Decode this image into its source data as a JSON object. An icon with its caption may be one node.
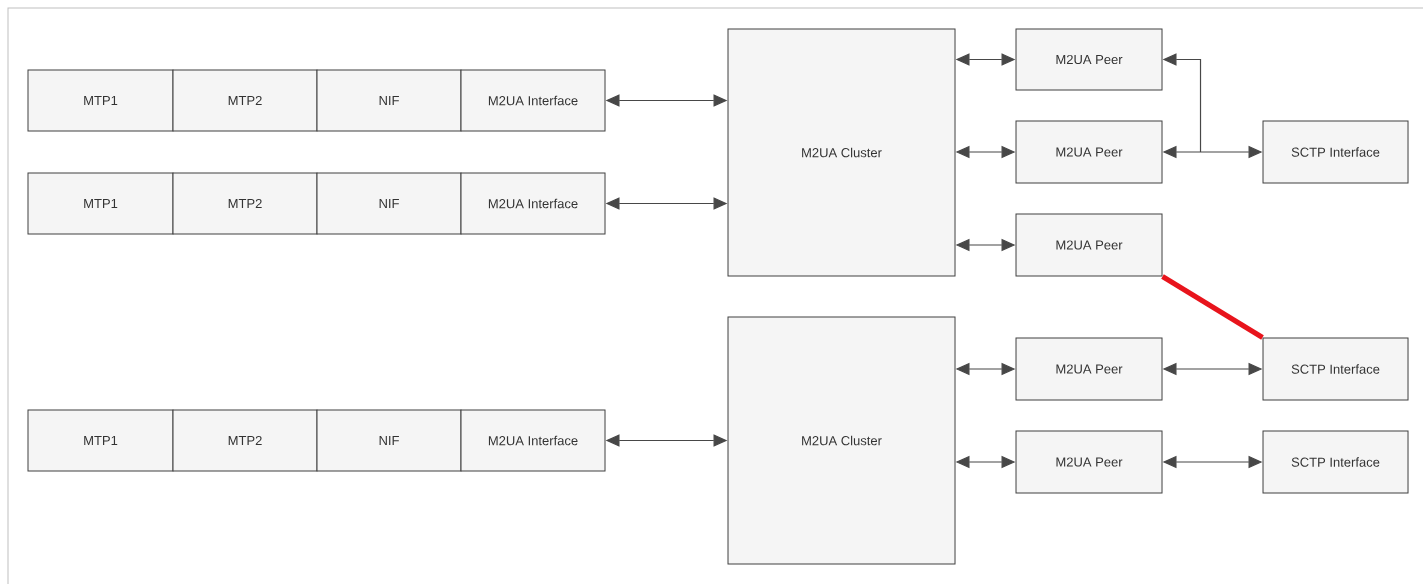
{
  "diagram": {
    "nodes": [
      {
        "text": [
          "MTP1"
        ]
      },
      {
        "text": [
          "MTP2"
        ]
      },
      {
        "text": [
          "NIF"
        ]
      },
      {
        "text": [
          "M2UA Interface"
        ]
      },
      {
        "text": [
          "MTP1"
        ]
      },
      {
        "text": [
          "MTP2"
        ]
      },
      {
        "text": [
          "NIF"
        ]
      },
      {
        "text": [
          "M2UA Interface"
        ]
      },
      {
        "text": [
          "MTP1"
        ]
      },
      {
        "text": [
          "MTP2"
        ]
      },
      {
        "text": [
          "NIF"
        ]
      },
      {
        "text": [
          "M2UA Interface"
        ]
      },
      {
        "text": [
          "M2UA Cluster"
        ]
      },
      {
        "text": [
          "M2UA Cluster"
        ]
      },
      {
        "text": [
          "M2UA Peer"
        ]
      },
      {
        "text": [
          "M2UA Peer"
        ]
      },
      {
        "text": [
          "M2UA Peer"
        ]
      },
      {
        "text": [
          "M2UA Peer"
        ]
      },
      {
        "text": [
          "M2UA Peer"
        ]
      },
      {
        "text": [
          "SCTP Interface"
        ]
      },
      {
        "text": [
          "SCTP Interface"
        ]
      },
      {
        "text": [
          "SCTP Interface"
        ]
      }
    ],
    "edges": [
      {
        "from": 3,
        "to": 12,
        "arrow": "both"
      },
      {
        "from": 7,
        "to": 12,
        "arrow": "both"
      },
      {
        "from": 11,
        "to": 13,
        "arrow": "both"
      },
      {
        "from": 12,
        "to": 14,
        "arrow": "both"
      },
      {
        "from": 12,
        "to": 15,
        "arrow": "both"
      },
      {
        "from": 12,
        "to": 16,
        "arrow": "both"
      },
      {
        "from": 13,
        "to": 17,
        "arrow": "both"
      },
      {
        "from": 13,
        "to": 18,
        "arrow": "both"
      },
      {
        "from": 14,
        "to": 19,
        "arrow": "both"
      },
      {
        "from": 15,
        "to": 19,
        "arrow": "both"
      },
      {
        "from": 16,
        "to": 20,
        "arrow": "none",
        "style": "thick",
        "color": "#e8141c"
      },
      {
        "from": 17,
        "to": 20,
        "arrow": "both"
      },
      {
        "from": 18,
        "to": 21,
        "arrow": "both"
      }
    ]
  }
}
